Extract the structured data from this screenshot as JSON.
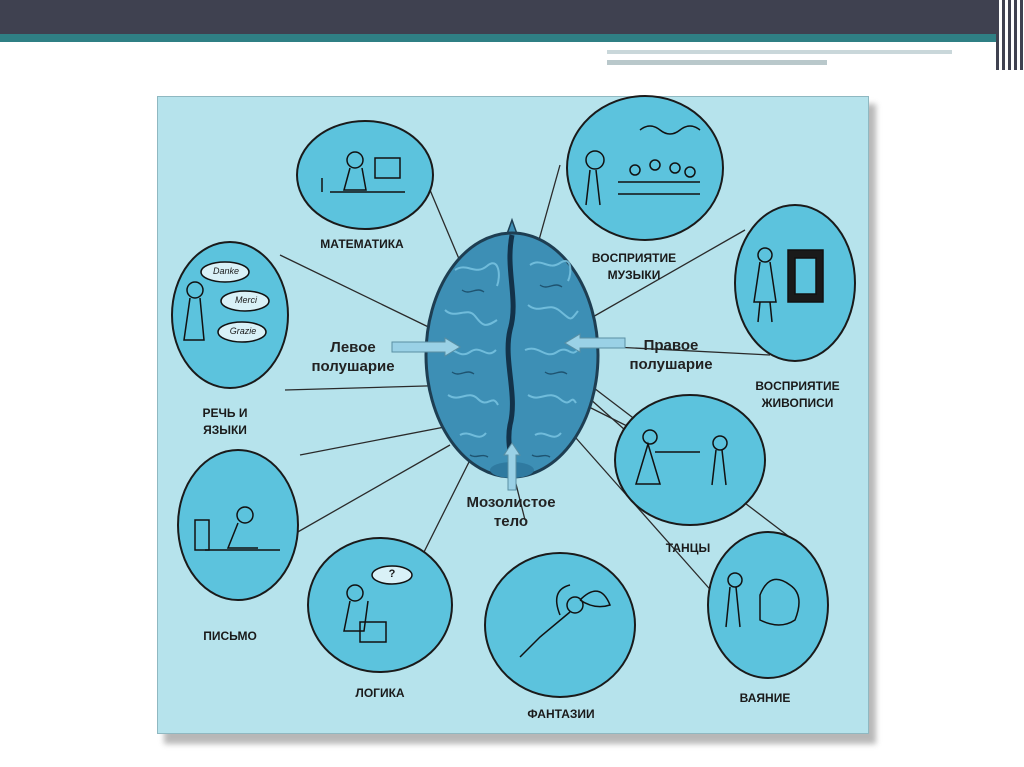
{
  "labels": {
    "mathematics": "МАТЕМАТИКА",
    "music": "ВОСПРИЯТИЕ\nМУЗЫКИ",
    "painting": "ВОСПРИЯТИЕ\nЖИВОПИСИ",
    "speech": "РЕЧЬ И\nЯЗЫКИ",
    "writing": "ПИСЬМО",
    "logic": "ЛОГИКА",
    "fantasy": "ФАНТАЗИИ",
    "dance": "ТАНЦЫ",
    "sculpture": "ВАЯНИЕ",
    "left_hemisphere": "Левое\nполушарие",
    "right_hemisphere": "Правое\nполушарие",
    "corpus_callosum": "Мозолистое\nтело"
  },
  "speech_bubbles": [
    "Danke",
    "Merci",
    "Grazie"
  ],
  "logic_bubble": "?",
  "colors": {
    "panel": "#b6e3ec",
    "circle": "#5cc3dd",
    "brain": "#3d8fb5",
    "title_bar": "#3f4150",
    "accent_stripe": "#2f7f84"
  }
}
